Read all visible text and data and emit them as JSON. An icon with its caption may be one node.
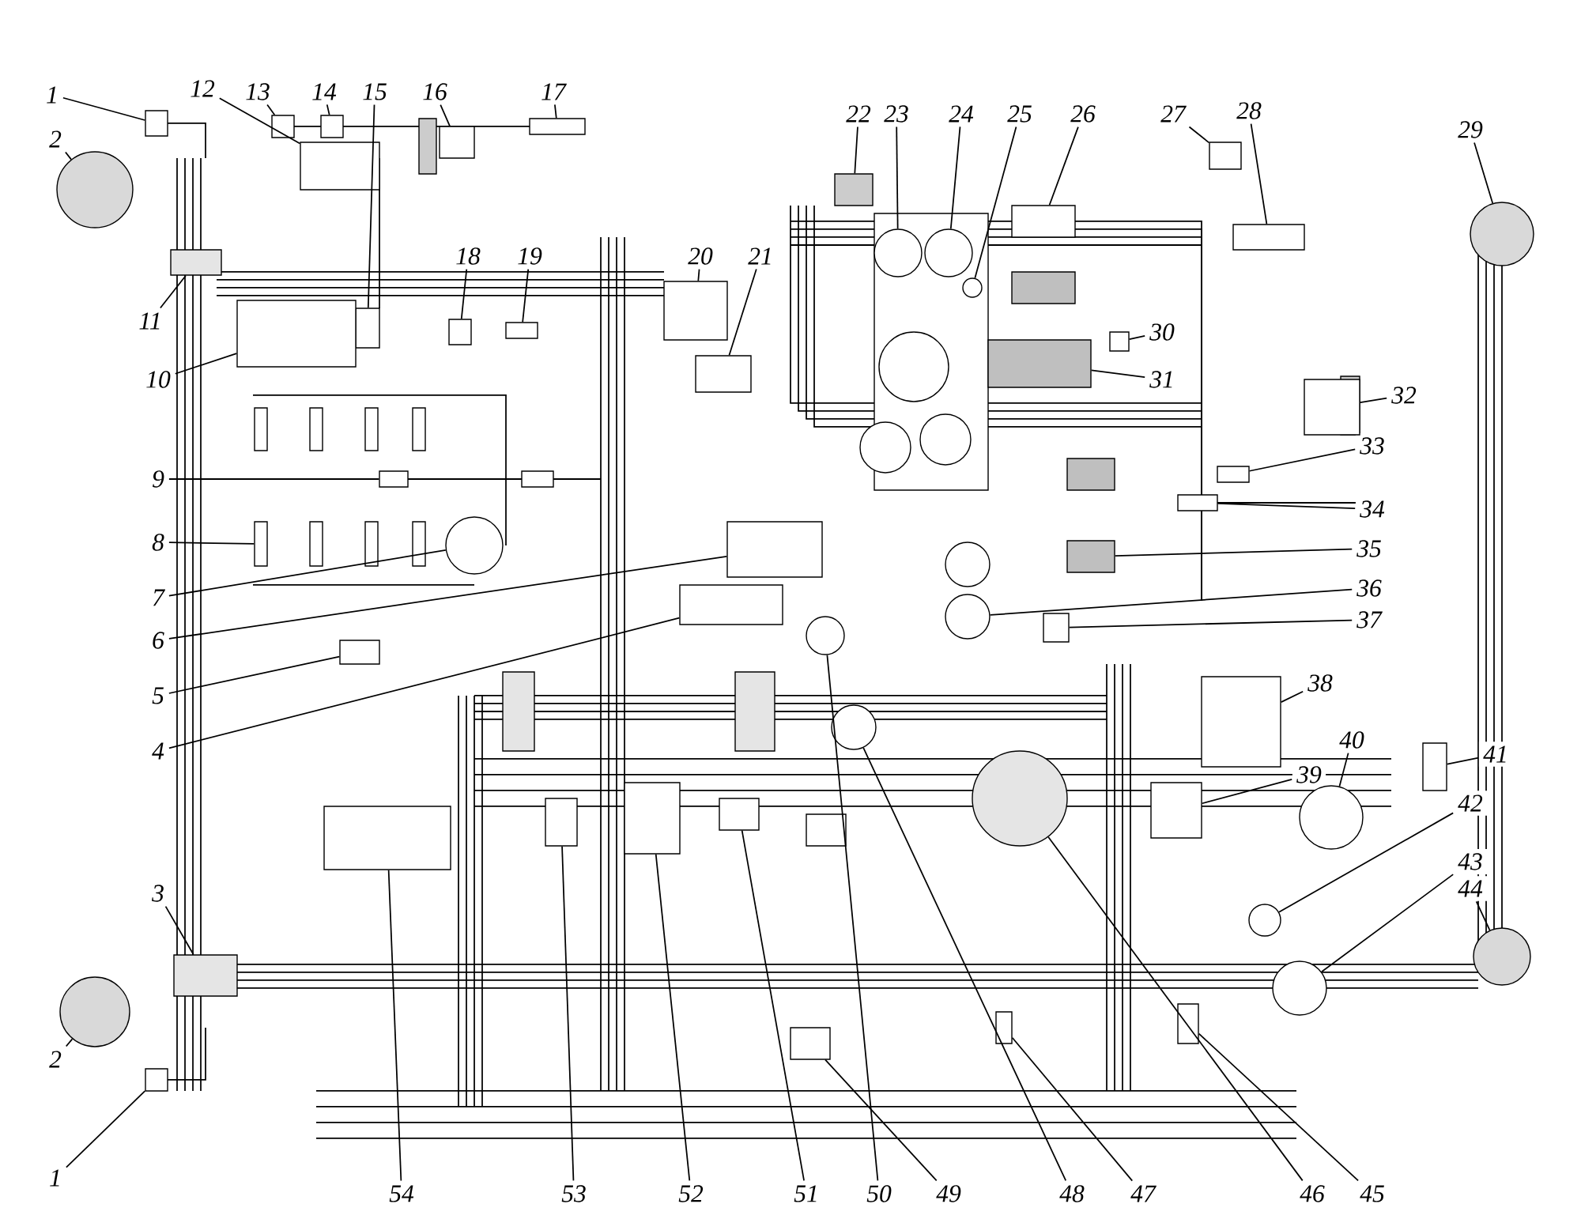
{
  "diagram": {
    "nodes": [
      {
        "text": [
          "1"
        ]
      },
      {
        "text": [
          "2"
        ]
      },
      {
        "text": [
          "12"
        ]
      },
      {
        "text": [
          "13"
        ]
      },
      {
        "text": [
          "14"
        ]
      },
      {
        "text": [
          "15"
        ]
      },
      {
        "text": [
          "16"
        ]
      },
      {
        "text": [
          "17"
        ]
      },
      {
        "text": [
          "22"
        ]
      },
      {
        "text": [
          "23"
        ]
      },
      {
        "text": [
          "24"
        ]
      },
      {
        "text": [
          "25"
        ]
      },
      {
        "text": [
          "26"
        ]
      },
      {
        "text": [
          "27"
        ]
      },
      {
        "text": [
          "28"
        ]
      },
      {
        "text": [
          "29"
        ]
      },
      {
        "text": [
          "11"
        ]
      },
      {
        "text": [
          "18"
        ]
      },
      {
        "text": [
          "19"
        ]
      },
      {
        "text": [
          "20"
        ]
      },
      {
        "text": [
          "21"
        ]
      },
      {
        "text": [
          "10"
        ]
      },
      {
        "text": [
          "30"
        ]
      },
      {
        "text": [
          "31"
        ]
      },
      {
        "text": [
          "32"
        ]
      },
      {
        "text": [
          "33"
        ]
      },
      {
        "text": [
          "9"
        ]
      },
      {
        "text": [
          "34"
        ]
      },
      {
        "text": [
          "8"
        ]
      },
      {
        "text": [
          "35"
        ]
      },
      {
        "text": [
          "7"
        ]
      },
      {
        "text": [
          "36"
        ]
      },
      {
        "text": [
          "6"
        ]
      },
      {
        "text": [
          "37"
        ]
      },
      {
        "text": [
          "5"
        ]
      },
      {
        "text": [
          "38"
        ]
      },
      {
        "text": [
          "4"
        ]
      },
      {
        "text": [
          "40"
        ]
      },
      {
        "text": [
          "41"
        ]
      },
      {
        "text": [
          "39"
        ]
      },
      {
        "text": [
          "42"
        ]
      },
      {
        "text": [
          "43"
        ]
      },
      {
        "text": [
          "3"
        ]
      },
      {
        "text": [
          "44"
        ]
      },
      {
        "text": [
          "2"
        ]
      },
      {
        "text": [
          "1"
        ]
      },
      {
        "text": [
          "54"
        ]
      },
      {
        "text": [
          "53"
        ]
      },
      {
        "text": [
          "52"
        ]
      },
      {
        "text": [
          "51"
        ]
      },
      {
        "text": [
          "50"
        ]
      },
      {
        "text": [
          "49"
        ]
      },
      {
        "text": [
          "48"
        ]
      },
      {
        "text": [
          "47"
        ]
      },
      {
        "text": [
          "46"
        ]
      },
      {
        "text": [
          "45"
        ]
      },
      {
        "text": [],
        "shape": "box"
      },
      {
        "text": [],
        "shape": "circle"
      },
      {
        "text": [],
        "shape": "box"
      },
      {
        "text": [],
        "shape": "box"
      },
      {
        "text": [],
        "shape": "box"
      },
      {
        "text": [],
        "shape": "box"
      },
      {
        "text": [],
        "shape": "box"
      },
      {
        "text": [],
        "shape": "box"
      },
      {
        "text": [],
        "shape": "box"
      },
      {
        "text": [],
        "shape": "circle"
      },
      {
        "text": [],
        "shape": "circle"
      },
      {
        "text": [],
        "shape": "circle"
      },
      {
        "text": [],
        "shape": "box"
      },
      {
        "text": [],
        "shape": "box"
      },
      {
        "text": [],
        "shape": "box"
      },
      {
        "text": [],
        "shape": "circle"
      },
      {
        "text": [],
        "shape": "box"
      },
      {
        "text": [],
        "shape": "box"
      },
      {
        "text": [],
        "shape": "box"
      },
      {
        "text": [],
        "shape": "box"
      },
      {
        "text": [],
        "shape": "box"
      },
      {
        "text": [],
        "shape": "box"
      },
      {
        "text": [],
        "shape": "box"
      },
      {
        "text": [],
        "shape": "box"
      },
      {
        "text": [],
        "shape": "box"
      },
      {
        "text": [],
        "shape": "box"
      },
      {
        "text": [],
        "shape": "box"
      },
      {
        "text": [],
        "shape": "box"
      },
      {
        "text": [],
        "shape": "box"
      },
      {
        "text": [],
        "shape": "box"
      },
      {
        "text": [],
        "shape": "circle"
      },
      {
        "text": [],
        "shape": "circle"
      },
      {
        "text": [],
        "shape": "box"
      },
      {
        "text": [],
        "shape": "box"
      },
      {
        "text": [],
        "shape": "box"
      },
      {
        "text": [],
        "shape": "box"
      },
      {
        "text": [],
        "shape": "box"
      },
      {
        "text": [],
        "shape": "circle"
      },
      {
        "text": [],
        "shape": "box"
      },
      {
        "text": [],
        "shape": "box"
      },
      {
        "text": [],
        "shape": "circle"
      },
      {
        "text": [],
        "shape": "circle"
      },
      {
        "text": [],
        "shape": "box"
      },
      {
        "text": [],
        "shape": "circle"
      },
      {
        "text": [],
        "shape": "circle"
      },
      {
        "text": [],
        "shape": "box"
      },
      {
        "text": [],
        "shape": "box"
      },
      {
        "text": [],
        "shape": "box"
      },
      {
        "text": [],
        "shape": "box"
      },
      {
        "text": [],
        "shape": "box"
      },
      {
        "text": [],
        "shape": "circle"
      },
      {
        "text": [],
        "shape": "box"
      },
      {
        "text": [],
        "shape": "circle"
      },
      {
        "text": [],
        "shape": "box"
      },
      {
        "text": [],
        "shape": "circle"
      },
      {
        "text": [],
        "shape": "box"
      }
    ],
    "edges": [
      {
        "from": 0,
        "to": 56,
        "arrow": "none"
      },
      {
        "from": 1,
        "to": 57,
        "arrow": "none"
      },
      {
        "from": 2,
        "to": 58,
        "arrow": "none"
      },
      {
        "from": 3,
        "to": 59,
        "arrow": "none"
      },
      {
        "from": 4,
        "to": 60,
        "arrow": "none"
      },
      {
        "from": 5,
        "to": 61,
        "arrow": "none"
      },
      {
        "from": 6,
        "to": 62,
        "arrow": "none"
      },
      {
        "from": 7,
        "to": 63,
        "arrow": "none"
      },
      {
        "from": 8,
        "to": 64,
        "arrow": "none"
      },
      {
        "from": 9,
        "to": 65,
        "arrow": "none"
      },
      {
        "from": 10,
        "to": 66,
        "arrow": "none"
      },
      {
        "from": 11,
        "to": 67,
        "arrow": "none"
      },
      {
        "from": 12,
        "to": 68,
        "arrow": "none"
      },
      {
        "from": 13,
        "to": 69,
        "arrow": "none"
      },
      {
        "from": 14,
        "to": 70,
        "arrow": "none"
      },
      {
        "from": 15,
        "to": 71,
        "arrow": "none"
      },
      {
        "from": 16,
        "to": 72,
        "arrow": "none"
      },
      {
        "from": 17,
        "to": 73,
        "arrow": "none"
      },
      {
        "from": 18,
        "to": 74,
        "arrow": "none"
      },
      {
        "from": 19,
        "to": 75,
        "arrow": "none"
      },
      {
        "from": 20,
        "to": 76,
        "arrow": "none"
      },
      {
        "from": 21,
        "to": 77,
        "arrow": "none"
      },
      {
        "from": 22,
        "to": 78,
        "arrow": "none"
      },
      {
        "from": 23,
        "to": 79,
        "arrow": "none"
      },
      {
        "from": 24,
        "to": 80,
        "arrow": "none"
      },
      {
        "from": 25,
        "to": 81,
        "arrow": "none"
      },
      {
        "from": 26,
        "to": 82,
        "arrow": "none"
      },
      {
        "from": 27,
        "to": 83,
        "arrow": "none"
      },
      {
        "from": 28,
        "to": 84,
        "arrow": "none"
      },
      {
        "from": 29,
        "to": 85,
        "arrow": "none"
      },
      {
        "from": 30,
        "to": 86,
        "arrow": "none"
      },
      {
        "from": 31,
        "to": 87,
        "arrow": "none"
      },
      {
        "from": 32,
        "to": 88,
        "arrow": "none"
      },
      {
        "from": 33,
        "to": 89,
        "arrow": "none"
      },
      {
        "from": 34,
        "to": 90,
        "arrow": "none"
      },
      {
        "from": 35,
        "to": 91,
        "arrow": "none"
      },
      {
        "from": 36,
        "to": 92,
        "arrow": "none"
      },
      {
        "from": 37,
        "to": 93,
        "arrow": "none"
      },
      {
        "from": 38,
        "to": 94,
        "arrow": "none"
      },
      {
        "from": 39,
        "to": 95,
        "arrow": "none"
      },
      {
        "from": 40,
        "to": 96,
        "arrow": "none"
      },
      {
        "from": 41,
        "to": 97,
        "arrow": "none"
      },
      {
        "from": 42,
        "to": 98,
        "arrow": "none"
      },
      {
        "from": 43,
        "to": 99,
        "arrow": "none"
      },
      {
        "from": 44,
        "to": 100,
        "arrow": "none"
      },
      {
        "from": 45,
        "to": 101,
        "arrow": "none"
      },
      {
        "from": 46,
        "to": 102,
        "arrow": "none"
      },
      {
        "from": 47,
        "to": 103,
        "arrow": "none"
      },
      {
        "from": 48,
        "to": 104,
        "arrow": "none"
      },
      {
        "from": 49,
        "to": 105,
        "arrow": "none"
      },
      {
        "from": 50,
        "to": 106,
        "arrow": "none"
      },
      {
        "from": 51,
        "to": 107,
        "arrow": "none"
      },
      {
        "from": 52,
        "to": 108,
        "arrow": "none"
      },
      {
        "from": 53,
        "to": 109,
        "arrow": "none"
      },
      {
        "from": 54,
        "to": 110,
        "arrow": "none"
      },
      {
        "from": 55,
        "to": 111,
        "arrow": "none"
      }
    ]
  }
}
